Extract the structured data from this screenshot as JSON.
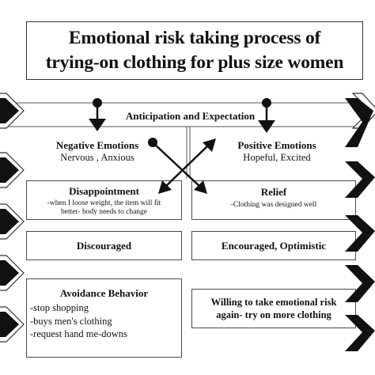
{
  "title": {
    "line1": "Emotional risk taking process of",
    "line2": "trying-on clothing for plus size women"
  },
  "anticipation": "Anticipation and Expectation",
  "negative": {
    "heading": "Negative Emotions",
    "sub": "Nervous , Anxious"
  },
  "positive": {
    "heading": "Positive Emotions",
    "sub": "Hopeful, Excited"
  },
  "disappointment": {
    "heading": "Disappointment",
    "detail_line1": "-when I loose weight, the item will fit",
    "detail_line2": "better- body needs to change"
  },
  "relief": {
    "heading": "Relief",
    "detail": "-Clothing was designed well"
  },
  "discouraged": "Discouraged",
  "encouraged": "Encouraged, Optimistic",
  "avoidance": {
    "heading": "Avoidance Behavior",
    "items": [
      "-stop shopping",
      "-buys men's clothing",
      "-request hand me-downs"
    ]
  },
  "willing": {
    "line1": "Willing to take emotional risk",
    "line2": "again- try on more clothing"
  }
}
